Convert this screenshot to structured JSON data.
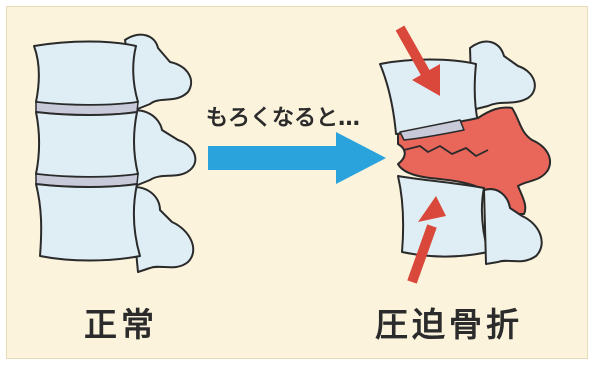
{
  "labels": {
    "normal": "正常",
    "transition": "もろくなると…",
    "fracture": "圧迫骨折"
  },
  "colors": {
    "background": "#fbf3dc",
    "bone_fill": "#dfeef5",
    "bone_outline": "#2a2a2a",
    "disc": "#c9cad9",
    "fracture_red": "#e8665a",
    "arrow_blue": "#2aa3dc",
    "arrow_red": "#d9483b"
  }
}
